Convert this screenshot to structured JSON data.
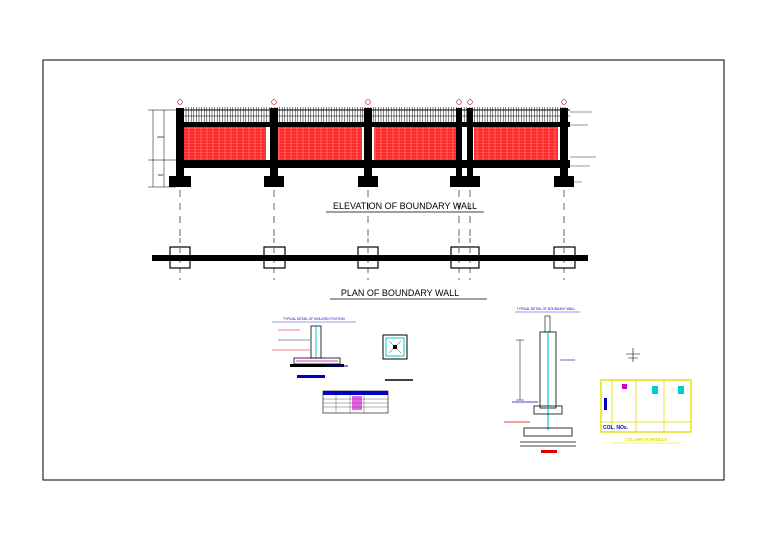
{
  "drawing": {
    "elevation_title": "ELEVATION OF BOUNDARY  WALL",
    "plan_title": "PLAN OF BOUNDARY  WALL",
    "footing_detail_title": "TYPICAL DETAIL OF ISOLATED FOOTING",
    "wall_section_title": "TYPICAL DETAIL OF BOUNDARY WALL",
    "column_schedule_title": "COLUMN SCHEDULE",
    "column_schedule_label": "COL. NOs."
  },
  "colors": {
    "brick_fill": "#ff2a2a",
    "line": "#000000",
    "annotation_red": "#e00000",
    "annotation_blue": "#0000cc",
    "annotation_magenta": "#cc00cc",
    "annotation_cyan": "#00cccc",
    "schedule_yellow": "#ffff00"
  }
}
